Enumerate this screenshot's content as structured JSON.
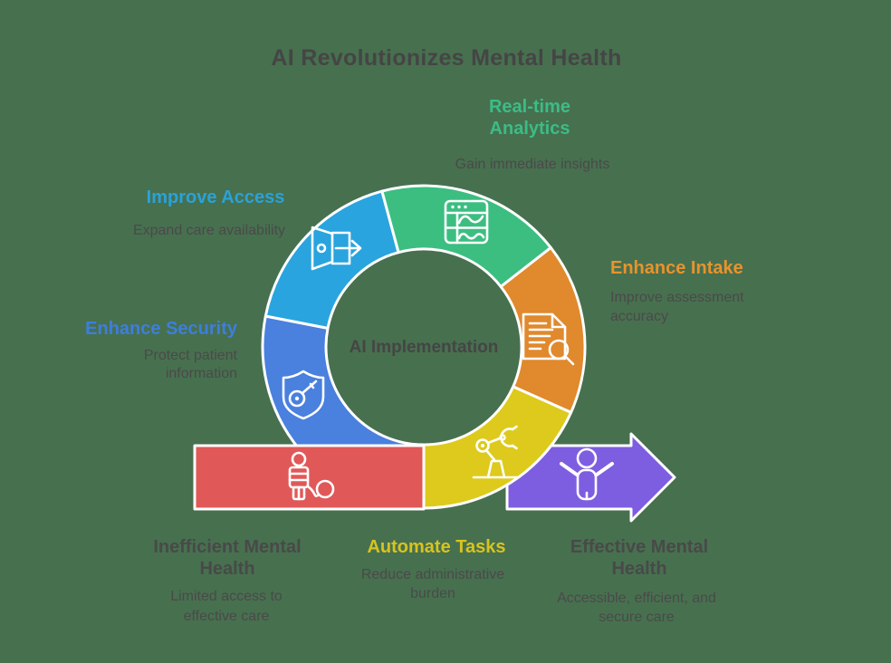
{
  "title": "AI Revolutionizes Mental Health",
  "center_label": "AI Implementation",
  "background_color": "#47704f",
  "ring_segments": [
    {
      "id": "improve-access",
      "label": "Improve Access",
      "description": "Expand care availability",
      "color": "#29a4de",
      "icon": "exit-door-icon"
    },
    {
      "id": "real-time-analytics",
      "label": "Real-time Analytics",
      "description": "Gain immediate insights",
      "color": "#3cbe81",
      "icon": "analytics-window-icon"
    },
    {
      "id": "enhance-intake",
      "label": "Enhance Intake",
      "description": "Improve assessment accuracy",
      "color": "#e0892d",
      "icon": "document-search-icon"
    },
    {
      "id": "enhance-security",
      "label": "Enhance Security",
      "description": "Protect patient information",
      "color": "#4a80de",
      "icon": "shield-key-icon"
    },
    {
      "id": "automate-tasks",
      "label": "Automate Tasks",
      "description": "Reduce administrative burden",
      "color": "#ddca1c",
      "icon": "robot-arm-icon"
    }
  ],
  "flow_endpoints": [
    {
      "id": "inefficient-mental-health",
      "label": "Inefficient Mental Health",
      "description": "Limited access to effective care",
      "color": "#e15858",
      "icon": "constrained-person-icon"
    },
    {
      "id": "effective-mental-health",
      "label": "Effective Mental Health",
      "description": "Accessible, efficient, and secure care",
      "color": "#7d5ee0",
      "icon": "celebrating-person-icon"
    }
  ]
}
